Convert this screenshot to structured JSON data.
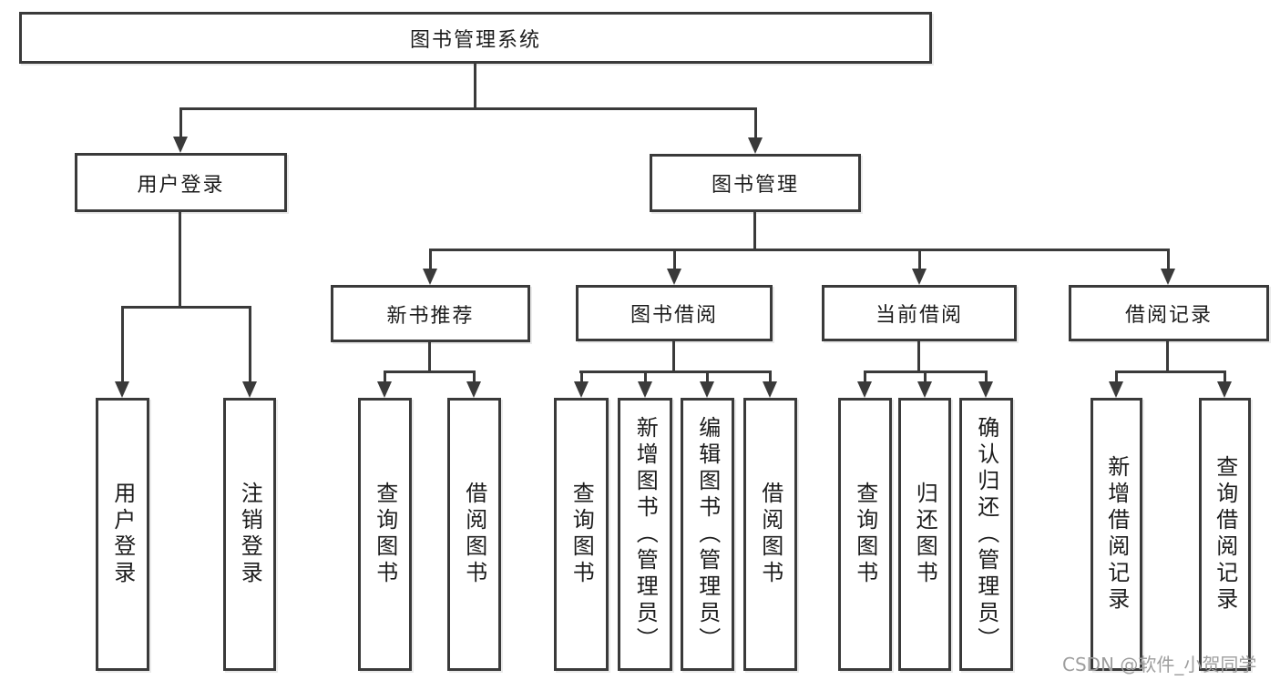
{
  "diagram": {
    "title_node": {
      "label": "图书管理系统"
    },
    "level2": [
      {
        "label": "用户登录"
      },
      {
        "label": "图书管理"
      }
    ],
    "level3": [
      {
        "label": "新书推荐",
        "parent": "图书管理"
      },
      {
        "label": "图书借阅",
        "parent": "图书管理"
      },
      {
        "label": "当前借阅",
        "parent": "图书管理"
      },
      {
        "label": "借阅记录",
        "parent": "图书管理"
      }
    ],
    "leaves": [
      {
        "label": "用户登录",
        "parent": "用户登录"
      },
      {
        "label": "注销登录",
        "parent": "用户登录"
      },
      {
        "label": "查询图书",
        "parent": "新书推荐"
      },
      {
        "label": "借阅图书",
        "parent": "新书推荐"
      },
      {
        "label": "查询图书",
        "parent": "图书借阅"
      },
      {
        "label": "新增图书（管理员）",
        "parent": "图书借阅"
      },
      {
        "label": "编辑图书（管理员）",
        "parent": "图书借阅"
      },
      {
        "label": "借阅图书",
        "parent": "图书借阅"
      },
      {
        "label": "查询图书",
        "parent": "当前借阅"
      },
      {
        "label": "归还图书",
        "parent": "当前借阅"
      },
      {
        "label": "确认归还（管理员）",
        "parent": "当前借阅"
      },
      {
        "label": "新增借阅记录",
        "parent": "借阅记录"
      },
      {
        "label": "查询借阅记录",
        "parent": "借阅记录"
      }
    ]
  },
  "watermark": {
    "text": "CSDN @软件_小贺同学"
  },
  "colors": {
    "line": "#3a3a3a",
    "text": "#1c1c1c",
    "background": "#ffffff",
    "watermark": "#9e9e9e"
  }
}
